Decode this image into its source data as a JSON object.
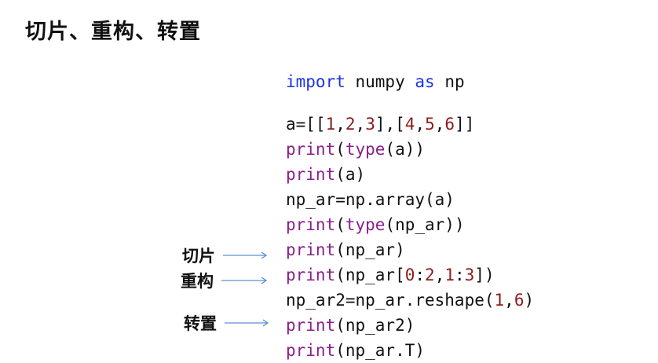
{
  "page": {
    "title": "切片、重构、转置"
  },
  "colors": {
    "keyword": "#1a36e0",
    "builtin": "#8a1f8a",
    "number": "#8b1c1c",
    "arrow": "#5b8fd6"
  },
  "code": {
    "lines": [
      [
        {
          "t": "import",
          "c": "kw"
        },
        {
          "t": " numpy ",
          "c": "txt"
        },
        {
          "t": "as",
          "c": "kw"
        },
        {
          "t": " np",
          "c": "txt"
        }
      ],
      [],
      [
        {
          "t": "a=[[",
          "c": "txt"
        },
        {
          "t": "1",
          "c": "num"
        },
        {
          "t": ",",
          "c": "txt"
        },
        {
          "t": "2",
          "c": "num"
        },
        {
          "t": ",",
          "c": "txt"
        },
        {
          "t": "3",
          "c": "num"
        },
        {
          "t": "],[",
          "c": "txt"
        },
        {
          "t": "4",
          "c": "num"
        },
        {
          "t": ",",
          "c": "txt"
        },
        {
          "t": "5",
          "c": "num"
        },
        {
          "t": ",",
          "c": "txt"
        },
        {
          "t": "6",
          "c": "num"
        },
        {
          "t": "]]",
          "c": "txt"
        }
      ],
      [
        {
          "t": "print",
          "c": "fn"
        },
        {
          "t": "(",
          "c": "txt"
        },
        {
          "t": "type",
          "c": "fn"
        },
        {
          "t": "(a))",
          "c": "txt"
        }
      ],
      [
        {
          "t": "print",
          "c": "fn"
        },
        {
          "t": "(a)",
          "c": "txt"
        }
      ],
      [
        {
          "t": "np_ar=np.array(a)",
          "c": "txt"
        }
      ],
      [
        {
          "t": "print",
          "c": "fn"
        },
        {
          "t": "(",
          "c": "txt"
        },
        {
          "t": "type",
          "c": "fn"
        },
        {
          "t": "(np_ar))",
          "c": "txt"
        }
      ],
      [
        {
          "t": "print",
          "c": "fn"
        },
        {
          "t": "(np_ar)",
          "c": "txt"
        }
      ],
      [
        {
          "t": "print",
          "c": "fn"
        },
        {
          "t": "(np_ar[",
          "c": "txt"
        },
        {
          "t": "0",
          "c": "num"
        },
        {
          "t": ":",
          "c": "txt"
        },
        {
          "t": "2",
          "c": "num"
        },
        {
          "t": ",",
          "c": "txt"
        },
        {
          "t": "1",
          "c": "num"
        },
        {
          "t": ":",
          "c": "txt"
        },
        {
          "t": "3",
          "c": "num"
        },
        {
          "t": "])",
          "c": "txt"
        }
      ],
      [
        {
          "t": "np_ar2=np_ar.reshape(",
          "c": "txt"
        },
        {
          "t": "1",
          "c": "num"
        },
        {
          "t": ",",
          "c": "txt"
        },
        {
          "t": "6",
          "c": "num"
        },
        {
          "t": ")",
          "c": "txt"
        }
      ],
      [
        {
          "t": "print",
          "c": "fn"
        },
        {
          "t": "(np_ar2)",
          "c": "txt"
        }
      ],
      [
        {
          "t": "print",
          "c": "fn"
        },
        {
          "t": "(np_ar.T)",
          "c": "txt"
        }
      ]
    ]
  },
  "annotations": {
    "slice": {
      "label": "切片",
      "icon": "arrow-right-icon"
    },
    "reshape": {
      "label": "重构",
      "icon": "arrow-right-icon"
    },
    "transpose": {
      "label": "转置",
      "icon": "arrow-right-icon"
    }
  }
}
